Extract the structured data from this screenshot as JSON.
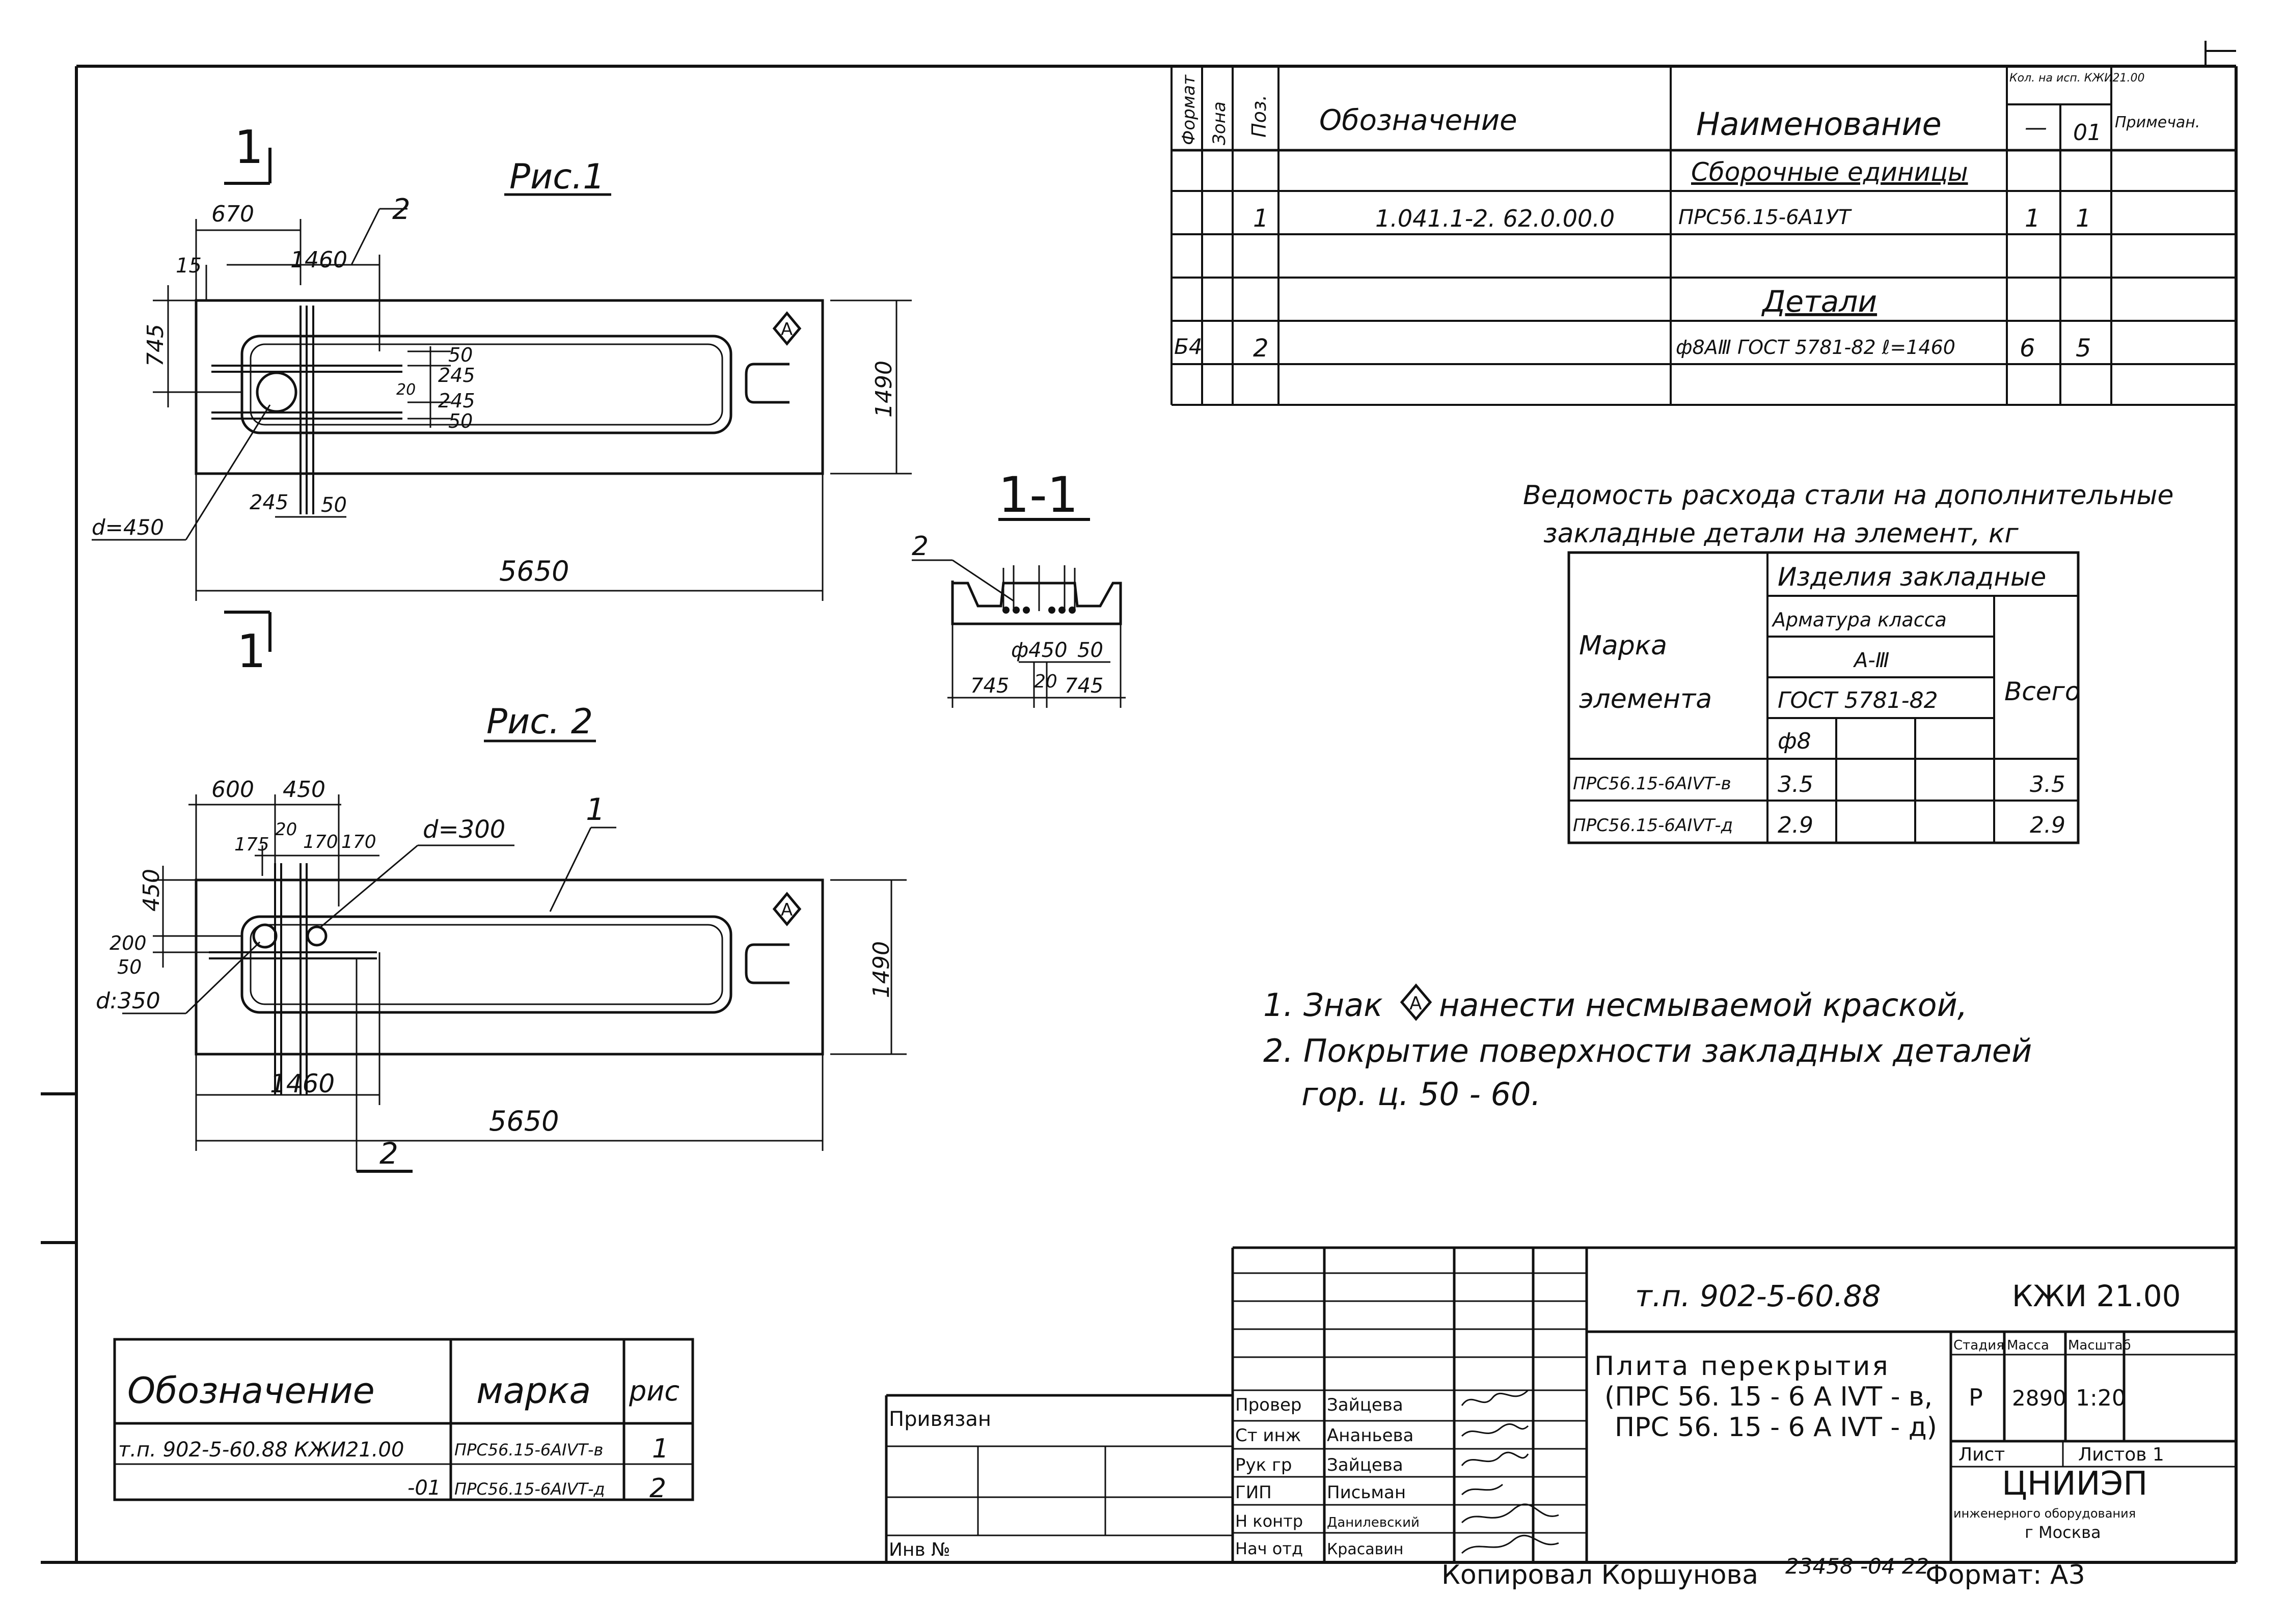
{
  "figure1": {
    "title": "Рис.1",
    "section_mark": "1",
    "pos_label": "2",
    "dims": {
      "d670": "670",
      "d1460": "1460",
      "d15": "15",
      "d745": "745",
      "d50a": "50",
      "d20": "20",
      "d245a": "245",
      "d245b": "245",
      "d50b": "50",
      "d1490": "1490",
      "d245c": "245",
      "d50c": "50",
      "dia": "d=450",
      "d5650": "5650"
    }
  },
  "section11": {
    "title": "1-1",
    "pos_label": "2",
    "dims": {
      "phi": "ф450",
      "d50": "50",
      "d745a": "745",
      "d20": "20",
      "d745b": "745"
    }
  },
  "figure2": {
    "title": "Рис. 2",
    "pos_label": "1",
    "dims": {
      "d600": "600",
      "d450": "450",
      "d175": "175",
      "d20": "20",
      "d170a": "170",
      "d170b": "170",
      "dia300": "d=300",
      "d450v": "450",
      "d200": "200",
      "d50": "50",
      "dia350": "d:350",
      "d1490": "1490",
      "d1460": "1460",
      "d5650": "5650",
      "sec": "2"
    }
  },
  "spec_table": {
    "headers": {
      "format": "Формат",
      "zone": "Зона",
      "pos": "Поз.",
      "designation": "Обозначение",
      "name": "Наименование",
      "qty_title": "Кол. на исп. КЖИ21.00",
      "qty_a": "—",
      "qty_b": "01",
      "note": "Примечан."
    },
    "rows": [
      {
        "format": "",
        "zone": "",
        "pos": "",
        "designation": "",
        "name": "Сборочные единицы",
        "qa": "",
        "qb": ""
      },
      {
        "format": "",
        "zone": "",
        "pos": "1",
        "designation": "1.041.1-2. 62.0.00.0",
        "name": "ПРС56.15-6А1УТ",
        "qa": "1",
        "qb": "1"
      },
      {
        "format": "",
        "zone": "",
        "pos": "",
        "designation": "",
        "name": "",
        "qa": "",
        "qb": ""
      },
      {
        "format": "",
        "zone": "",
        "pos": "",
        "designation": "",
        "name": "Детали",
        "qa": "",
        "qb": ""
      },
      {
        "format": "Б4",
        "zone": "",
        "pos": "2",
        "designation": "",
        "name": "ф8АⅢ ГОСТ 5781-82 ℓ=1460",
        "qa": "6",
        "qb": "5"
      },
      {
        "format": "",
        "zone": "",
        "pos": "",
        "designation": "",
        "name": "",
        "qa": "",
        "qb": ""
      }
    ]
  },
  "steel": {
    "caption1": "Ведомость расхода стали на дополнительные",
    "caption2": "закладные детали на элемент, кг",
    "h_items": "Изделия закладные",
    "h_rebar": "Арматура класса",
    "h_class": "А-Ⅲ",
    "h_gost": "ГОСТ 5781-82",
    "h_phi": "ф8",
    "h_mark1": "Марка",
    "h_mark2": "элемента",
    "h_total": "Всего",
    "rows": [
      {
        "mark": "ПРС56.15-6АIVТ-в",
        "phi8": "3.5",
        "total": "3.5"
      },
      {
        "mark": "ПРС56.15-6АIVТ-д",
        "phi8": "2.9",
        "total": "2.9"
      }
    ]
  },
  "notes": {
    "n1": "1. Знак",
    "n1b": "нанести несмываемой краской,",
    "n2": "2. Покрытие поверхности закладных деталей",
    "n3": "гор. ц. 50 - 60."
  },
  "mark_table": {
    "h_designation": "Обозначение",
    "h_mark": "марка",
    "h_fig": "рис",
    "rows": [
      {
        "designation": "т.п. 902-5-60.88   КЖИ21.00",
        "mark": "ПРС56.15-6АIVТ-в",
        "fig": "1"
      },
      {
        "designation": "-01",
        "mark": "ПРС56.15-6АIVТ-д",
        "fig": "2"
      }
    ]
  },
  "stamp": {
    "privyazan": "Привязан",
    "inv": "Инв №",
    "roles": [
      "Провер",
      "Ст инж",
      "Рук гр",
      "ГИП",
      "Н контр",
      "Нач отд"
    ],
    "names": [
      "Зайцева",
      "Ананьева",
      "Зайцева",
      "Письман",
      "Данилевский",
      "Красавин"
    ],
    "project": "т.п. 902-5-60.88",
    "code": "КЖИ 21.00",
    "title1": "Плита перекрытия",
    "title2": "(ПРС 56. 15 - 6 А IVТ - в,",
    "title3": "ПРС 56. 15 - 6 А IVТ - д)",
    "h_stage": "Стадия",
    "h_mass": "Масса",
    "h_scale": "Масштаб",
    "stage": "Р",
    "mass": "2890",
    "scale": "1:20",
    "sheet": "Лист",
    "sheets": "Листов 1",
    "org1": "ЦНИИЭП",
    "org2": "инженерного оборудования",
    "org3": "г Москва",
    "footer_copy": "Копировал Коршунова",
    "footer_num": "23458 -04  22",
    "footer_format": "Формат: А3"
  }
}
